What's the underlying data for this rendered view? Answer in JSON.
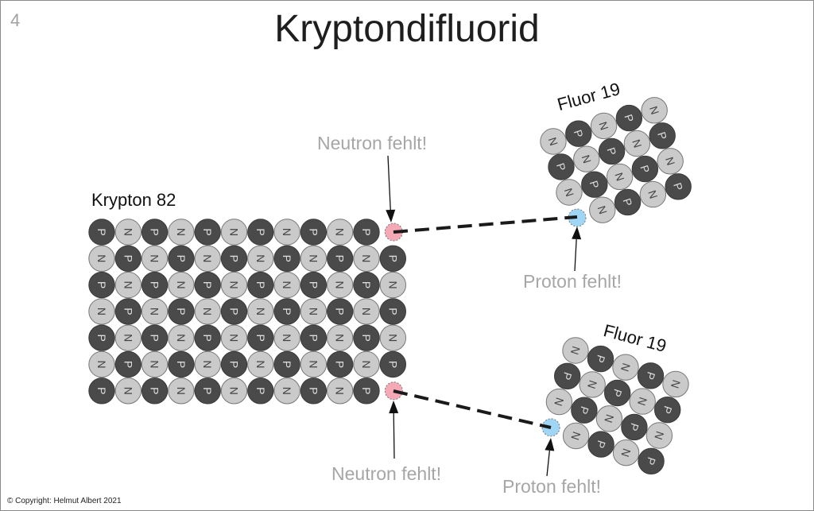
{
  "slide_number": "4",
  "title": "Kryptondifluorid",
  "krypton_label": "Krypton 82",
  "fluor_top_label": "Fluor 19",
  "fluor_bottom_label": "Fluor 19",
  "neutron_missing_top": "Neutron fehlt!",
  "neutron_missing_bottom": "Neutron fehlt!",
  "proton_missing_top": "Proton fehlt!",
  "proton_missing_bottom": "Proton fehlt!",
  "copyright": "© Copyright: Helmut Albert 2021",
  "particle_labels": {
    "proton": "P",
    "neutron": "N"
  },
  "colors": {
    "proton": "#4a4a4a",
    "neutron": "#cacaca",
    "missing_neutron": "#f4a9b4",
    "missing_proton": "#9fd6f5",
    "hint_text": "#a6a6a6"
  },
  "krypton_grid": {
    "rows": 7,
    "cols": 12,
    "missing_neutrons": [
      [
        0,
        11
      ],
      [
        6,
        11
      ]
    ]
  },
  "fluor_grid": {
    "rows": 4,
    "cols": 5,
    "missing_proton": [
      3,
      0
    ]
  }
}
